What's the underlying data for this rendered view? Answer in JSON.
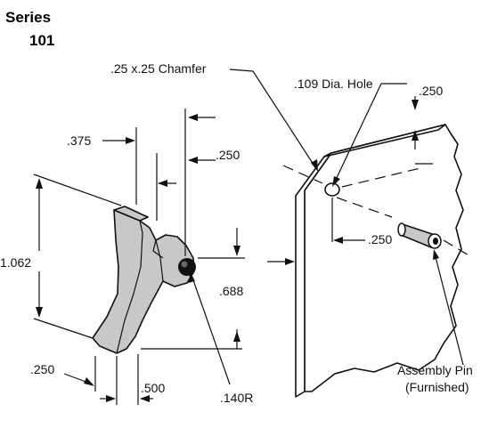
{
  "series": {
    "line1": "Series",
    "line2": "101"
  },
  "labels": {
    "chamfer": ".25 x.25 Chamfer",
    "hole": ".109 Dia. Hole",
    "plate_top": ".250",
    "d_375": ".375",
    "d_250_top": ".250",
    "d_1062": "1.062",
    "d_688": ".688",
    "d_250_left": ".250",
    "d_500": ".500",
    "d_140r": ".140R",
    "d_250_plate": ".250",
    "pin_line1": "Assembly Pin",
    "pin_line2": "(Furnished)"
  }
}
